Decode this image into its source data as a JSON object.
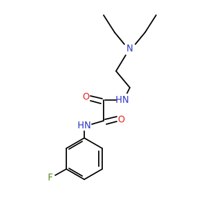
{
  "molecule": {
    "atoms": {
      "nitrogen_amine": {
        "symbol": "N",
        "color": "#2b35c8"
      },
      "nitrogen_amide_upper": {
        "symbol": "N",
        "color": "#2b35c8",
        "hydrogen": "H"
      },
      "nitrogen_amide_lower": {
        "symbol": "N",
        "color": "#2b35c8",
        "hydrogen": "H"
      },
      "oxygen_upper": {
        "symbol": "O",
        "color": "#e8211a"
      },
      "oxygen_lower": {
        "symbol": "O",
        "color": "#e8211a"
      },
      "fluorine": {
        "symbol": "F",
        "color": "#5a8a1e"
      }
    },
    "bond_color": "#000000"
  }
}
